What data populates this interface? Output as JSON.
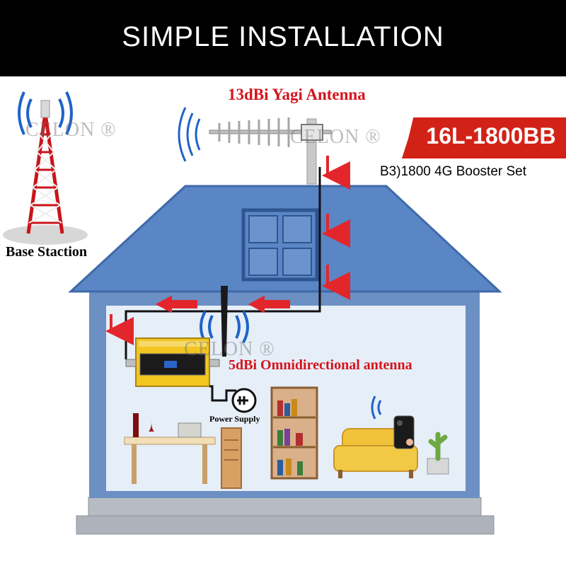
{
  "header": {
    "title": "SIMPLE INSTALLATION"
  },
  "labels": {
    "yagi_antenna": "13dBi Yagi Antenna",
    "omni_antenna": "5dBi Omnidirectional antenna",
    "base_station": "Base Staction",
    "power_supply": "Power Supply",
    "product_set": "B3)1800 4G Booster Set"
  },
  "badge": {
    "model": "16L-1800BB"
  },
  "watermark": {
    "text": "CELON ®"
  },
  "colors": {
    "banner": "#000000",
    "roof": "#5a86c5",
    "house_outline": "#6c8fc4",
    "interior": "#e6eef8",
    "booster": "#f2c521",
    "signal_arrows": "#e3262b",
    "label_red": "#d5141b",
    "badge_red": "#d22217"
  },
  "icons": {
    "tower": "cell-tower-icon",
    "yagi": "yagi-antenna-icon",
    "booster": "signal-booster-icon",
    "omni": "omni-antenna-icon",
    "plug": "power-plug-icon",
    "phone": "smartphone-icon"
  }
}
